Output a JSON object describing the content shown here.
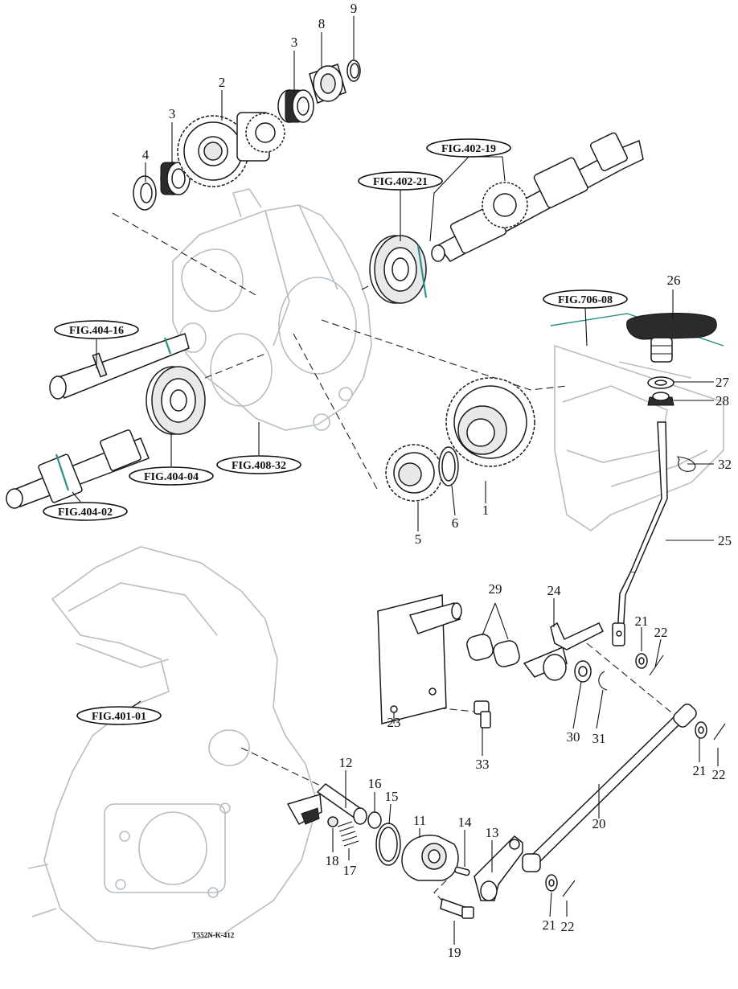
{
  "diagram": {
    "code": "T552N-K-412",
    "references": {
      "fig_402_19": "FIG.402-19",
      "fig_402_21": "FIG.402-21",
      "fig_404_16": "FIG.404-16",
      "fig_404_04": "FIG.404-04",
      "fig_404_02": "FIG.404-02",
      "fig_408_32": "FIG.408-32",
      "fig_706_08": "FIG.706-08",
      "fig_401_01": "FIG.401-01"
    },
    "numbers": {
      "n1": "1",
      "n2": "2",
      "n3a": "3",
      "n3b": "3",
      "n4": "4",
      "n5": "5",
      "n6": "6",
      "n8": "8",
      "n9": "9",
      "n11": "11",
      "n12": "12",
      "n13": "13",
      "n14": "14",
      "n15": "15",
      "n16": "16",
      "n17": "17",
      "n18": "18",
      "n19": "19",
      "n20": "20",
      "n21a": "21",
      "n21b": "21",
      "n21c": "21",
      "n22a": "22",
      "n22b": "22",
      "n22c": "22",
      "n23": "23",
      "n24": "24",
      "n25": "25",
      "n26": "26",
      "n27": "27",
      "n28": "28",
      "n29": "29",
      "n30": "30",
      "n31": "31",
      "n32": "32",
      "n33": "33"
    }
  },
  "colors": {
    "ink": "#111111",
    "ghost": "#b6bec3",
    "accent": "#2e8f86"
  }
}
